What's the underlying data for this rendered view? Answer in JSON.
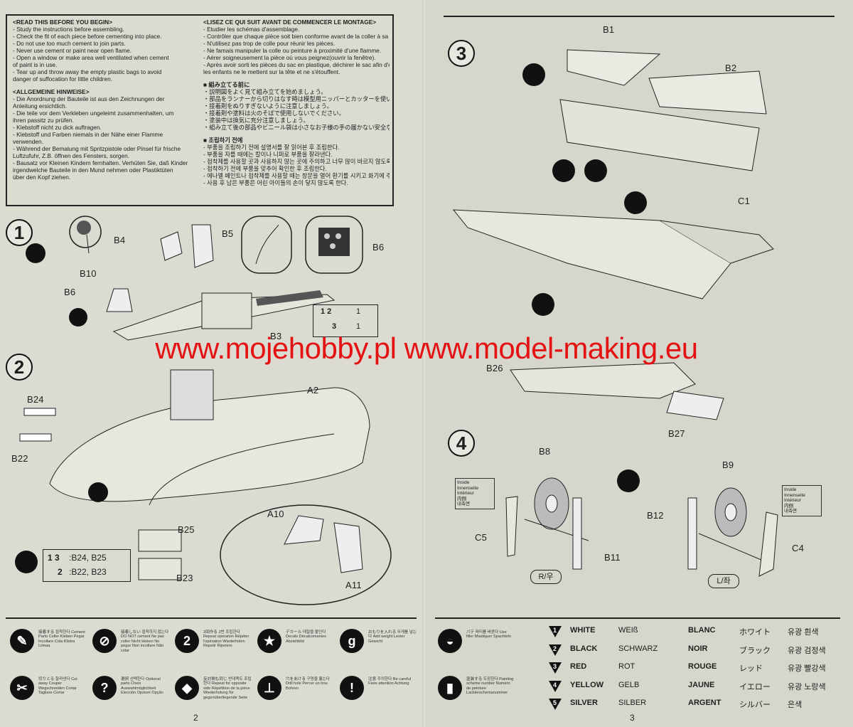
{
  "notes": {
    "en_title": "<READ THIS BEFORE YOU BEGIN>",
    "en_lines": [
      "- Study the instructions before assembling.",
      "- Check the fit of each piece before cementing into place.",
      "- Do not use too much cement to join parts.",
      "- Never use cement or paint near open flame.",
      "- Open a window or make area well ventilated when cement",
      "  of paint is in use.",
      "- Tear up and throw away the empty plastic bags to avoid",
      "  danger of suffocation for little children."
    ],
    "de_title": "<ALLGEMEINE HINWEISE>",
    "de_lines": [
      "- Die Anordnung der Bauteile ist aus den Zeichnungen der",
      "  Anleitung ersichtlich.",
      "- Die teile vor dem Verkleben ungeleimt zusammenhalten, um",
      "  ihren passitz zu prüfen.",
      "- Klebstoff nicht zu dick auftragen.",
      "- Klebstoff und Farben niemals in der Nähe einer Flamme",
      "  verwenden.",
      "- Während der Bemalung mit Spritzpistole oder Pinsel für frische",
      "  Luftzufuhr, Z.B. öffnen des Fensters, sorgen.",
      "- Bausatz vor Kleinen Kindern fernhalten. Verhüten Sie, daß Kinder",
      "  irgendwelche Bauteile in den Mund nehmen oder Plastiktüten",
      "  über den Kopf ziehen."
    ],
    "fr_title": "<LISEZ CE QUI SUIT AVANT DE COMMENCER LE MONTAGE>",
    "fr_lines": [
      "- Etudier les schémas d'assemblage.",
      "- Contrôler que chaque pièce soit bien conforme avant de la coller à sa place.",
      "- N'utilisez pas trop de colle pour réunir les pièces.",
      "- Ne famais manipuler la colle ou peinture à proximité d'une flamme.",
      "- Aérer soigneusement la pièce où vous peignez(ouvrir la fenêtre).",
      "- Après avoir sorti les pièces du sac en plastique, déchirer le sac afin d'éviter que",
      "  les enfants ne le mettent sur la tête et ne s'étouffent."
    ],
    "jp_title": "■ 組み立てる前に",
    "jp_lines": [
      "・説明図をよく見て組み立てを始めましょう。",
      "・部品をランナーから切りはなす時は模型用ニッパーとカッターを使いましょう。",
      "・接着剤をぬりすぎないように注意しましょう。",
      "・接着剤や塗料は火のそばで使用しないでください。",
      "・塗装中は換気に充分注意しましょう。",
      "・組み立て後の部品やビニール袋は小さなお子様の手の届かない安全な所に保管してください。"
    ],
    "kr_title": "■ 조립하기 전에",
    "kr_lines": [
      "- 부품을 조립하기 전에 설명서를 잘 읽어본 후 조립한다.",
      "- 부품을 자를 때에는 칼이나 니퍼로 부품을 잘라낸다.",
      "- 접착제를 사용할 곳과 사용하지 않는 곳에 주의하고 너무 많이 바르지 않도록 한다.",
      "- 접착하기 전에 부품을 맞추어 확인한 후 조립한다.",
      "- 에나멜 페인트나 접착제를 사용할 때는 창문을 열어 환기를 시키고 화기에 주의한다.",
      "- 사용 후 남은 부품은 어린 아이들의 손이 닿지 않도록 한다."
    ]
  },
  "steps": {
    "s1": "1",
    "s2": "2",
    "s3": "3",
    "s4": "4"
  },
  "parts": {
    "B4": "B4",
    "B5": "B5",
    "B6a": "B6",
    "B6b": "B6",
    "B10": "B10",
    "B3": "B3",
    "A2": "A2",
    "B24": "B24",
    "B22": "B22",
    "B25": "B25",
    "B23": "B23",
    "A10": "A10",
    "A11": "A11",
    "B1": "B1",
    "B2": "B2",
    "C1": "C1",
    "B26": "B26",
    "B27": "B27",
    "B8": "B8",
    "B9": "B9",
    "B12": "B12",
    "C5": "C5",
    "B11": "B11",
    "C4": "C4"
  },
  "option_box": {
    "row1_nums": "1 2",
    "row1_end": "1",
    "row2_num": "3",
    "row2_end": "1"
  },
  "step2_option": {
    "line1_nums": "1 3",
    "line1_parts": ":B24, B25",
    "line2_num": "2",
    "line2_parts": ":B22, B23"
  },
  "inside_left": [
    "Inside",
    "Innenseite",
    "Intérieur",
    "内側",
    "내측면"
  ],
  "inside_right": [
    "Inside",
    "Innenseite",
    "Intérieur",
    "内側",
    "내측면"
  ],
  "side_labels": {
    "right": "R/우",
    "left": "L/좌"
  },
  "legend_left": [
    {
      "icon": "glue-icon",
      "glyph": "✎",
      "text": "接着する 접착한다 Cement Parts Coller Kleben Pegar Incollare Cola Klistra Liimaa"
    },
    {
      "icon": "no-glue-icon",
      "glyph": "⊘",
      "text": "接着しない 접착하지 않는다 DO NOT cement Ne pas coller Nicht kleben No pegar Non incollare Não colar"
    },
    {
      "icon": "repeat-icon",
      "glyph": "2",
      "text": "2回作る 2번 조립한다 Repeat operation Répéter l'opération Wiederholen Repetir Ripetere"
    },
    {
      "icon": "star-icon",
      "glyph": "★",
      "text": "デカール 데칼을 붙인다 Decals Décalcomanies Abziehbild"
    },
    {
      "icon": "weight-icon",
      "glyph": "g",
      "text": "おもりを入れる 무게를 넣는다 Add weight Lester Gewicht"
    },
    {
      "icon": "cut-icon",
      "glyph": "✂",
      "text": "切りとる 잘라낸다 Cut away Couper Wegschneiden Cortar Tagliare Cortar"
    },
    {
      "icon": "option-icon",
      "glyph": "?",
      "text": "選択 선택한다 Optional parts Choix Auswahlmöglichkeit Elección Opzioni Opção"
    },
    {
      "icon": "mirror-icon",
      "glyph": "◆",
      "text": "反対側も同じ 반대쪽도 조립한다 Repeat for opposite side Répétition de la pièce Wiederholung für gegenüberliegende Seite"
    },
    {
      "icon": "drill-icon",
      "glyph": "⊥",
      "text": "穴をあける 구멍을 뚫는다 Drill hole Percer un trou Bohren"
    },
    {
      "icon": "caution-icon",
      "glyph": "!",
      "text": "注意 주의한다 Be careful Faire attention Achtung"
    }
  ],
  "legend_right": [
    {
      "icon": "paint-icon",
      "glyph": "◒",
      "text": "パテ 퍼티를 바른다 Use filler Mastiquer Spachteln"
    },
    {
      "icon": "painting-icon",
      "glyph": "▮",
      "text": "塗装する 도장한다 Painting scheme number Numéro de peinture Lackierschemanummer"
    }
  ],
  "colors": [
    {
      "num": "1",
      "en": "WHITE",
      "de": "WEIß",
      "fr": "BLANC",
      "jp": "ホワイト",
      "kr": "유광 흰색"
    },
    {
      "num": "2",
      "en": "BLACK",
      "de": "SCHWARZ",
      "fr": "NOIR",
      "jp": "ブラック",
      "kr": "유광 검정색"
    },
    {
      "num": "3",
      "en": "RED",
      "de": "ROT",
      "fr": "ROUGE",
      "jp": "レッド",
      "kr": "유광 빨강색"
    },
    {
      "num": "4",
      "en": "YELLOW",
      "de": "GELB",
      "fr": "JAUNE",
      "jp": "イエロー",
      "kr": "유광 노랑색"
    },
    {
      "num": "5",
      "en": "SILVER",
      "de": "SILBER",
      "fr": "ARGENT",
      "jp": "シルバー",
      "kr": "은색"
    }
  ],
  "page_numbers": {
    "left": "2",
    "right": "3"
  },
  "watermark": "www.mojehobby.pl www.model-making.eu"
}
